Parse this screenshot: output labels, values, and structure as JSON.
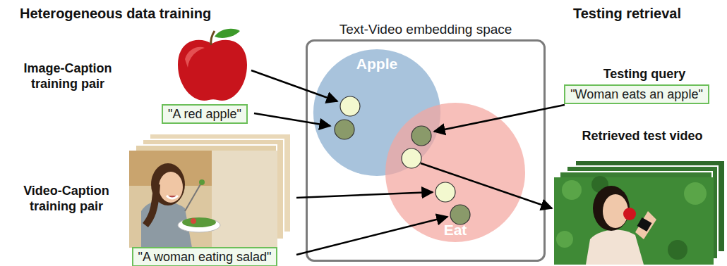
{
  "diagram": {
    "nodes": [
      {
        "text": [
          "Text-Video embedding space"
        ]
      },
      {
        "text": [
          "Apple"
        ],
        "in": 0
      },
      {
        "text": [
          "Eat"
        ],
        "in": 0
      },
      {
        "text": [
          "\"A red apple\""
        ]
      },
      {
        "text": [
          "\"A woman eating salad\""
        ]
      },
      {
        "text": [
          "\"Woman eats an apple\""
        ]
      }
    ],
    "labels": [
      "Heterogeneous data training",
      "Testing retrieval",
      "Image-Caption training pair",
      "Video-Caption training pair",
      "Testing query",
      "Retrieved test video"
    ]
  }
}
